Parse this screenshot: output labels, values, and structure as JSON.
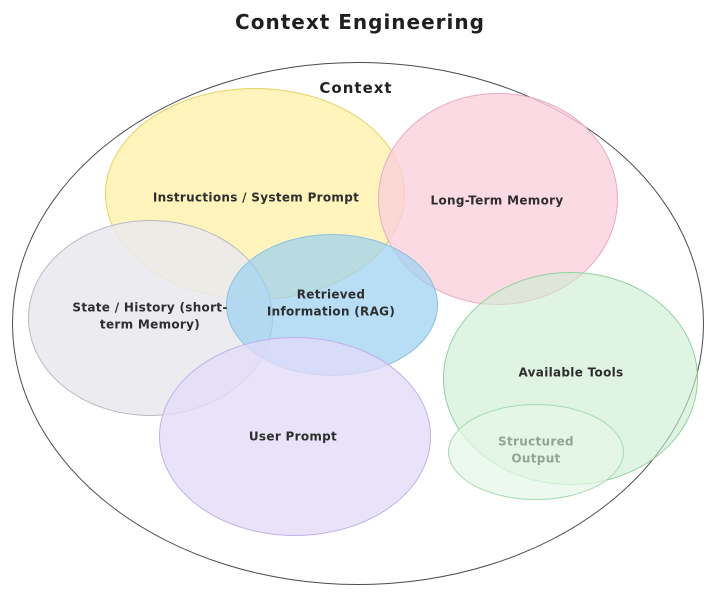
{
  "title": "Context Engineering",
  "outer": {
    "label": "Context",
    "stroke": "#4a4a52"
  },
  "ellipses": [
    {
      "id": "instructions",
      "label": "Instructions / System Prompt",
      "fill": "rgba(253,240,165,0.75)",
      "stroke": "#e6d161"
    },
    {
      "id": "long-term-memory",
      "label": "Long-Term Memory",
      "fill": "rgba(251,208,221,0.78)",
      "stroke": "#eaa9c0"
    },
    {
      "id": "state-history",
      "label": "State / History (short-term Memory)",
      "fill": "rgba(233,233,237,0.85)",
      "stroke": "#b9b9c2"
    },
    {
      "id": "retrieved-information",
      "label": "Retrieved Information (RAG)",
      "fill": "rgba(156,209,241,0.72)",
      "stroke": "#8cc0e0"
    },
    {
      "id": "user-prompt",
      "label": "User Prompt",
      "fill": "rgba(227,219,248,0.78)",
      "stroke": "#bfb0ea"
    },
    {
      "id": "available-tools",
      "label": "Available Tools",
      "fill": "rgba(205,238,210,0.62)",
      "stroke": "#8fd2a0"
    },
    {
      "id": "structured-output",
      "label": "Structured Output",
      "fill": "rgba(229,247,231,0.72)",
      "stroke": "#a5dab2"
    }
  ]
}
